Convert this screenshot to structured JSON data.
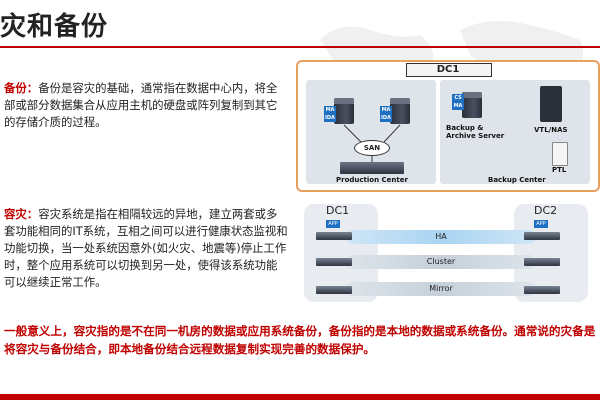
{
  "header": {
    "title": "灾和备份"
  },
  "paragraphs": {
    "backup_term": "备份：",
    "backup_text": "备份是容灾的基础，通常指在数据中心内，将全部或部分数据集合从应用主机的硬盘或阵列复制到其它的存储介质的过程。",
    "dr_term": "容灾：",
    "dr_text": "容灾系统是指在相隔较远的异地，建立两套或多套功能相同的IT系统，互相之间可以进行健康状态监视和功能切换，当一处系统因意外(如火灾、地震等)停止工作时，整个应用系统可以切换到另一处，使得该系统功能可以继续正常工作。"
  },
  "diagram_top": {
    "dc_label": "DC1",
    "ma1": "MA\nIDA",
    "ma2": "MA\nIDA",
    "cs_ma": "CS\nMA",
    "san": "SAN",
    "production_center": "Production Center",
    "backup_server_line1": "Backup &",
    "backup_server_line2": "Archive Server",
    "vtl_nas": "VTL/NAS",
    "ptl": "PTL",
    "backup_center": "Backup Center"
  },
  "diagram_bottom": {
    "dc1": "DC1",
    "dc2": "DC2",
    "ha": "HA",
    "cluster": "Cluster",
    "mirror": "Mirror",
    "app": "APP"
  },
  "note": {
    "text": "一般意义上，容灾指的是不在同一机房的数据或应用系统备份，备份指的是本地的数据或系统备份。通常说的灾备是将容灾与备份结合，即本地备份结合远程数据复制实现完善的数据保护。"
  },
  "colors": {
    "accent": "#c00000",
    "dc_border": "#e8a060",
    "panel": "#dfe4ea",
    "ma_blue": "#1f6fc2"
  }
}
